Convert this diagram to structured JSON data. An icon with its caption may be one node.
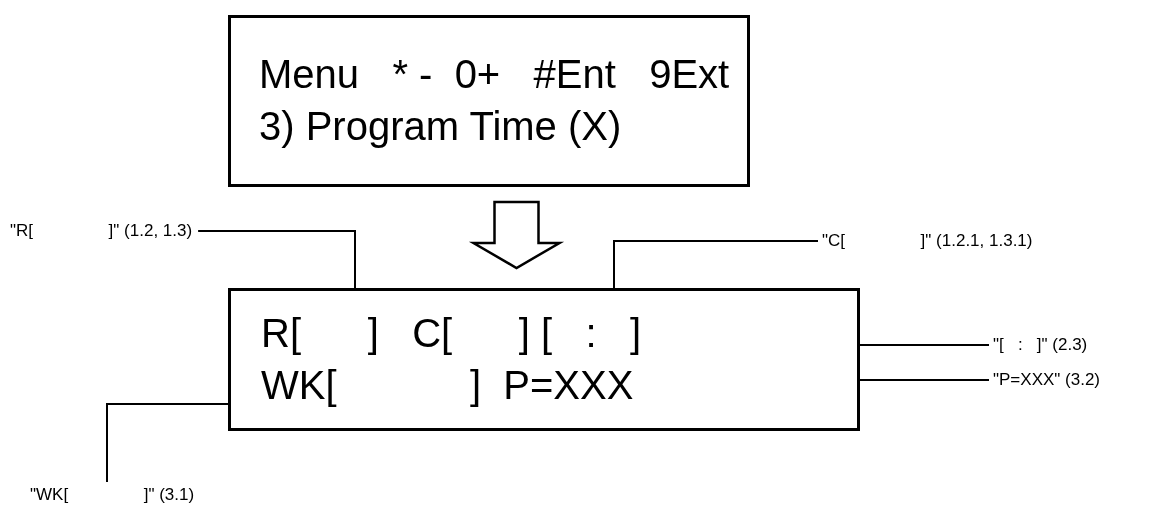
{
  "diagram": {
    "nodes": [
      {
        "text": [
          "Menu   * -  0+   #Ent   9Ext",
          "3) Program Time (X)"
        ]
      },
      {
        "text": [
          "R[      ]   C[      ] [   :   ]",
          "WK[            ]  P=XXX"
        ]
      },
      {
        "text": [
          "\"R[                ]\" (1.2, 1.3)"
        ]
      },
      {
        "text": [
          "\"C[                ]\" (1.2.1, 1.3.1)"
        ]
      },
      {
        "text": [
          "\"[   :   ]\" (2.3)"
        ]
      },
      {
        "text": [
          "\"P=XXX\" (3.2)"
        ]
      },
      {
        "text": [
          "\"WK[                ]\" (3.1)"
        ]
      }
    ],
    "edges": [
      {
        "from": 0,
        "to": 1,
        "arrow": "to",
        "style": "thick"
      },
      {
        "from": 2,
        "to": 1,
        "arrow": "none"
      },
      {
        "from": 3,
        "to": 1,
        "arrow": "none"
      },
      {
        "from": 4,
        "to": 1,
        "arrow": "none"
      },
      {
        "from": 5,
        "to": 1,
        "arrow": "none"
      },
      {
        "from": 6,
        "to": 1,
        "arrow": "none"
      }
    ]
  }
}
